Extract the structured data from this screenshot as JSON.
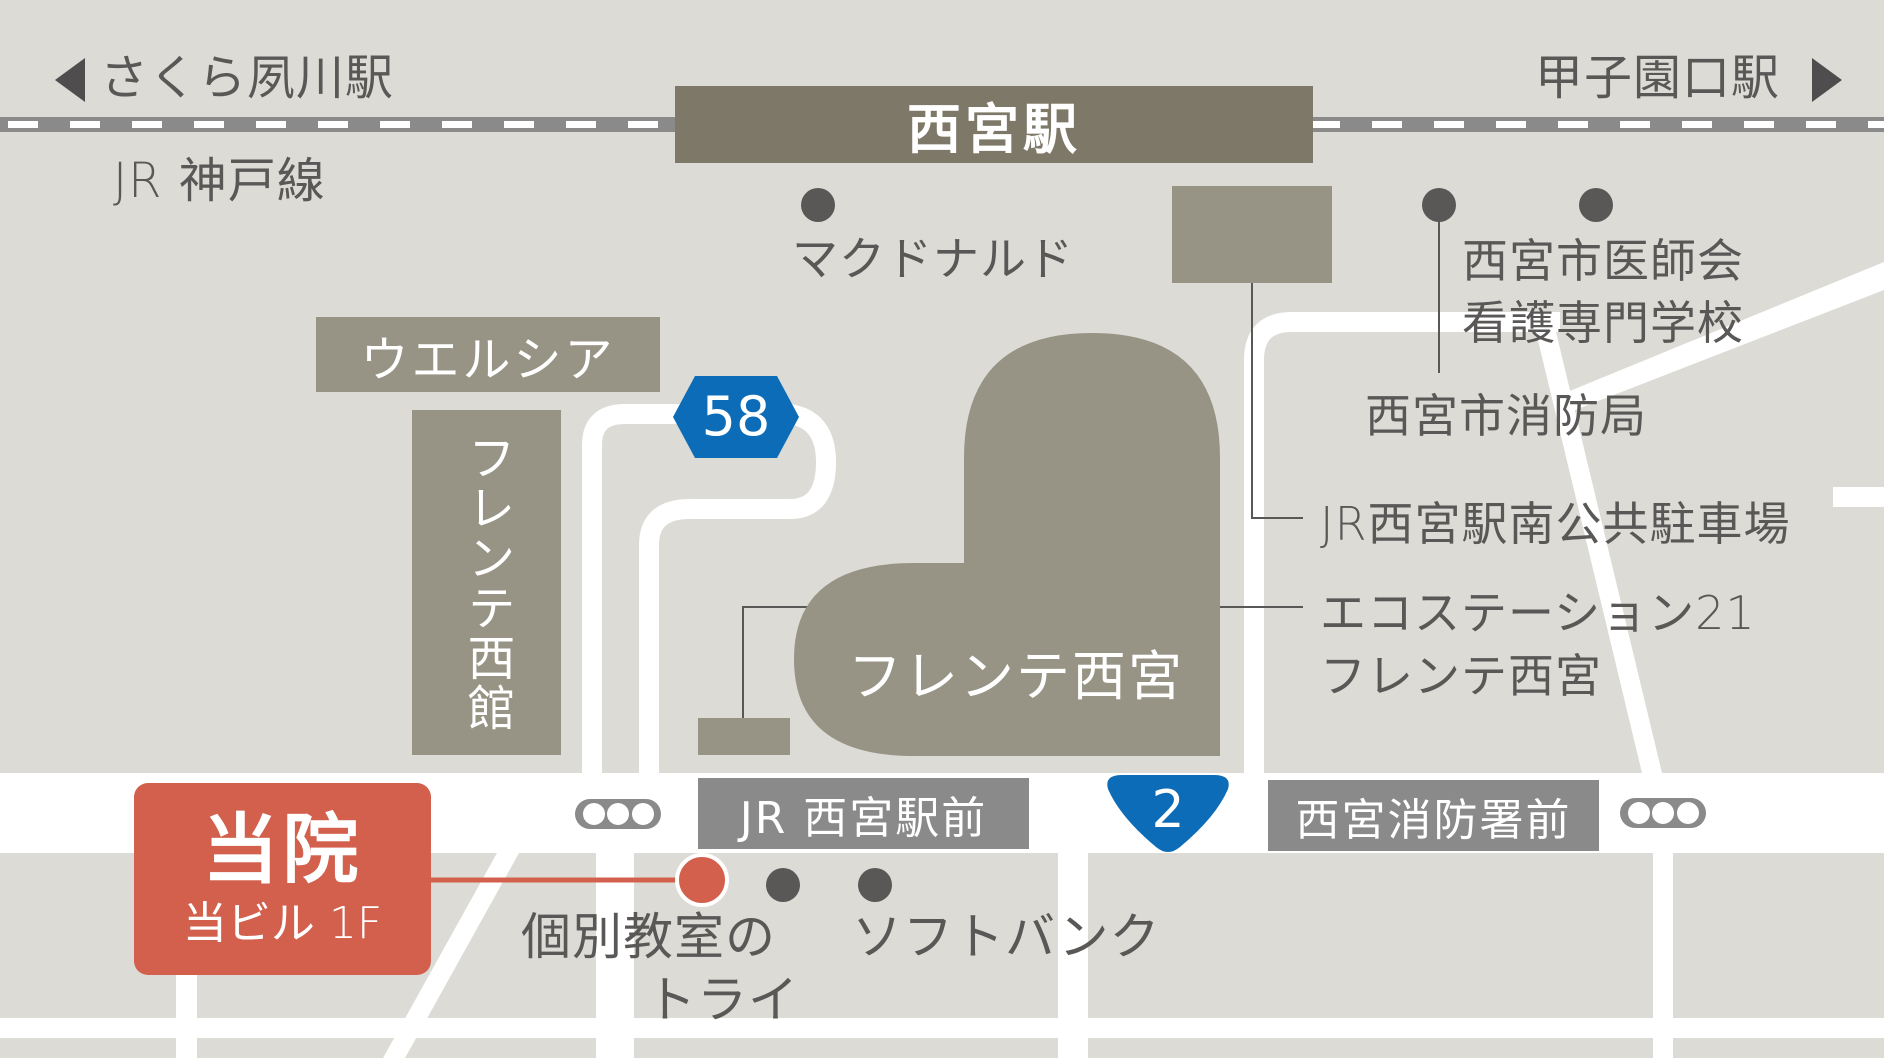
{
  "colors": {
    "background": "#dcdbd5",
    "road": "#ffffff",
    "rail": "#8a8a8a",
    "station_box": "#7d7867",
    "building": "#989485",
    "label_text": "#5a5757",
    "highlight": "#d2604d",
    "route_shield": "#0d6cb8",
    "bus_stop": "#8a8a8a"
  },
  "rail": {
    "line_name": "JR 神戸線",
    "west_station": "さくら夙川駅",
    "east_station": "甲子園口駅",
    "west_arrow_icon": "triangle-left",
    "east_arrow_icon": "triangle-right",
    "main_station": "西宮駅"
  },
  "buildings": {
    "welcia": "ウエルシア",
    "frente_west": "フレンテ西館",
    "frente": "フレンテ西宮"
  },
  "landmarks": {
    "mcdonalds": "マクドナルド",
    "nursing_school_line1": "西宮市医師会",
    "nursing_school_line2": "看護専門学校",
    "fire_dept": "西宮市消防局",
    "parking": "JR西宮駅南公共駐車場",
    "eco_line1": "エコステーション21",
    "eco_line2": "フレンテ西宮",
    "tutoring_line1": "個別教室の",
    "tutoring_line2": "トライ",
    "softbank": "ソフトバンク"
  },
  "routes": {
    "prefectural": "58",
    "national": "2"
  },
  "bus_stops": {
    "jr_station": "JR 西宮駅前",
    "fire_station": "西宮消防署前"
  },
  "clinic": {
    "title": "当院",
    "subtitle": "当ビル 1F"
  }
}
